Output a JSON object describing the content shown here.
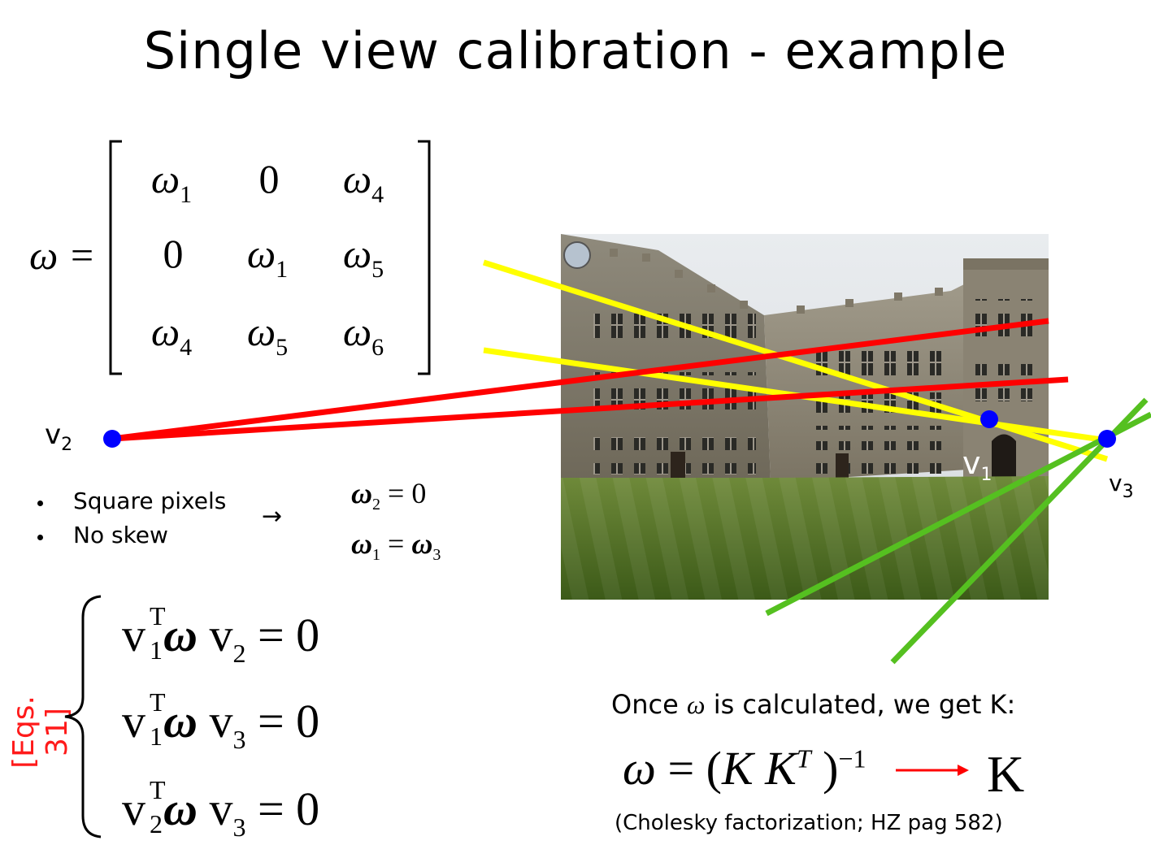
{
  "title": "Single view calibration - example",
  "matrix": {
    "lhs": "ω =",
    "cells": [
      [
        {
          "sym": "ω",
          "sub": "1"
        },
        {
          "sym": "0",
          "sub": ""
        },
        {
          "sym": "ω",
          "sub": "4"
        }
      ],
      [
        {
          "sym": "0",
          "sub": ""
        },
        {
          "sym": "ω",
          "sub": "1"
        },
        {
          "sym": "ω",
          "sub": "5"
        }
      ],
      [
        {
          "sym": "ω",
          "sub": "4"
        },
        {
          "sym": "ω",
          "sub": "5"
        },
        {
          "sym": "ω",
          "sub": "6"
        }
      ]
    ]
  },
  "vanishing_points": {
    "v2": {
      "letter": "v",
      "sub": "2"
    },
    "v1": {
      "letter": "v",
      "sub": "1"
    },
    "v3": {
      "letter": "v",
      "sub": "3"
    }
  },
  "assumptions": {
    "bullets": [
      "Square pixels",
      "No skew"
    ],
    "arrow": "→",
    "result1": {
      "lhs": "ω",
      "lhs_sub": "2",
      "rhs": "= 0"
    },
    "result2": {
      "lhs": "ω",
      "lhs_sub": "1",
      "mid": "=",
      "rhs": "ω",
      "rhs_sub": "3"
    }
  },
  "equations": {
    "label": "[Eqs. 31]",
    "rows": [
      {
        "a_sub": "1",
        "b_sub": "2",
        "rhs": "= 0"
      },
      {
        "a_sub": "1",
        "b_sub": "3",
        "rhs": "= 0"
      },
      {
        "a_sub": "2",
        "b_sub": "3",
        "rhs": "= 0"
      }
    ],
    "v": "v",
    "T": "T",
    "w": "ω"
  },
  "conclusion": {
    "once_pre": "Once",
    "once_sym": "ω",
    "once_post": "is calculated, we get K:",
    "eq_w": "ω",
    "eq_eq": "= (",
    "eq_K": "K K",
    "eq_T": "T",
    "eq_close": ")",
    "eq_exp": "−1",
    "result": "K",
    "note": "(Cholesky factorization; HZ pag 582)"
  },
  "colors": {
    "yellow_lines": "#ffff00",
    "red_lines": "#ff0000",
    "green_lines": "#55c020",
    "points": "#0000ff",
    "label": "#ff1a1a"
  }
}
